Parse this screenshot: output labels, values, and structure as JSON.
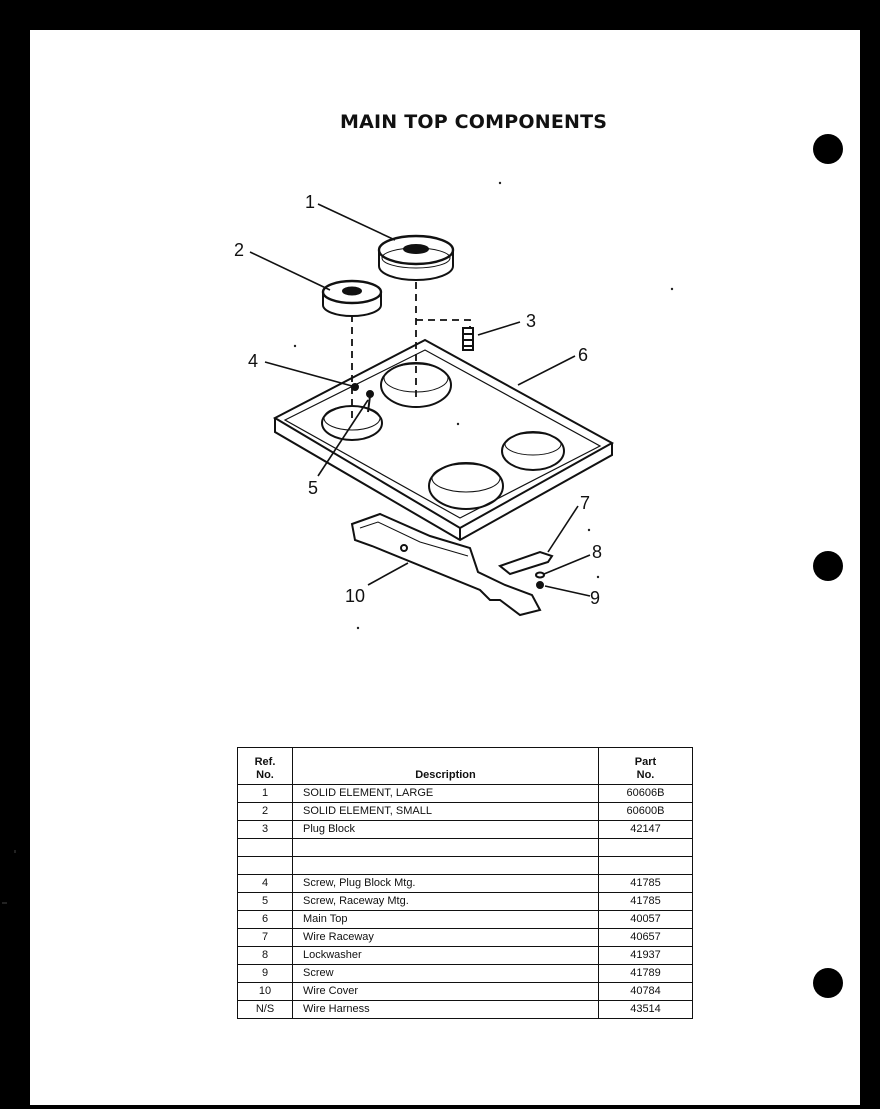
{
  "title": "MAIN TOP COMPONENTS",
  "callouts": [
    "1",
    "2",
    "3",
    "4",
    "5",
    "6",
    "7",
    "8",
    "9",
    "10"
  ],
  "table": {
    "headers": {
      "ref": "Ref.\nNo.",
      "desc": "Description",
      "part": "Part\nNo."
    },
    "rows": [
      {
        "ref": "1",
        "desc": "SOLID ELEMENT, LARGE",
        "part": "60606B"
      },
      {
        "ref": "2",
        "desc": "SOLID ELEMENT, SMALL",
        "part": "60600B"
      },
      {
        "ref": "3",
        "desc": "Plug Block",
        "part": "42147"
      },
      {
        "ref": "",
        "desc": "",
        "part": ""
      },
      {
        "ref": "",
        "desc": "",
        "part": ""
      },
      {
        "ref": "4",
        "desc": "Screw, Plug Block Mtg.",
        "part": "41785"
      },
      {
        "ref": "5",
        "desc": "Screw, Raceway Mtg.",
        "part": "41785"
      },
      {
        "ref": "6",
        "desc": "Main Top",
        "part": "40057"
      },
      {
        "ref": "7",
        "desc": "Wire Raceway",
        "part": "40657"
      },
      {
        "ref": "8",
        "desc": "Lockwasher",
        "part": "41937"
      },
      {
        "ref": "9",
        "desc": "Screw",
        "part": "41789"
      },
      {
        "ref": "10",
        "desc": "Wire Cover",
        "part": "40784"
      },
      {
        "ref": "N/S",
        "desc": "Wire Harness",
        "part": "43514"
      }
    ]
  }
}
